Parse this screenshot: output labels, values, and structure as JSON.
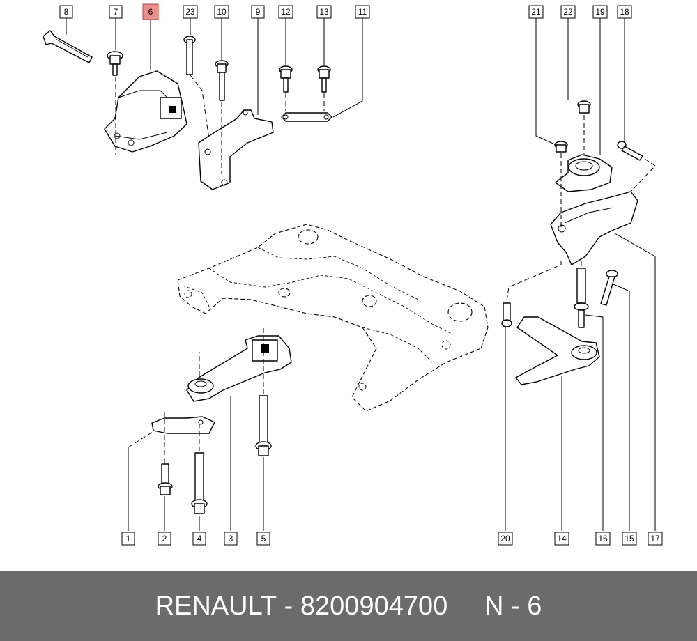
{
  "callouts": [
    {
      "id": "8",
      "highlight": false
    },
    {
      "id": "7",
      "highlight": false
    },
    {
      "id": "6",
      "highlight": true
    },
    {
      "id": "23",
      "highlight": false
    },
    {
      "id": "10",
      "highlight": false
    },
    {
      "id": "9",
      "highlight": false
    },
    {
      "id": "12",
      "highlight": false
    },
    {
      "id": "13",
      "highlight": false
    },
    {
      "id": "11",
      "highlight": false
    },
    {
      "id": "21",
      "highlight": false
    },
    {
      "id": "22",
      "highlight": false
    },
    {
      "id": "19",
      "highlight": false
    },
    {
      "id": "18",
      "highlight": false
    },
    {
      "id": "1",
      "highlight": false
    },
    {
      "id": "2",
      "highlight": false
    },
    {
      "id": "4",
      "highlight": false
    },
    {
      "id": "3",
      "highlight": false
    },
    {
      "id": "5",
      "highlight": false
    },
    {
      "id": "20",
      "highlight": false
    },
    {
      "id": "14",
      "highlight": false
    },
    {
      "id": "16",
      "highlight": false
    },
    {
      "id": "15",
      "highlight": false
    },
    {
      "id": "17",
      "highlight": false
    }
  ],
  "colors": {
    "highlight_fill": "#ee8f8f",
    "highlight_stroke": "#c43b3b",
    "footer_bg": "#6b6b6b",
    "footer_text": "#ffffff"
  },
  "footer": {
    "brand": "RENAULT",
    "part_number": "8200904700",
    "item": "N - 6"
  }
}
